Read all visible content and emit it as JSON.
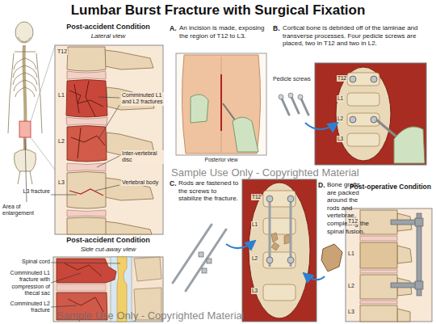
{
  "diagram": {
    "title": "Lumbar Burst Fracture with Surgical Fixation",
    "nodes": [
      {
        "text": [
          "Post-accident Condition",
          "Lateral view"
        ]
      },
      {
        "text": [
          "Post-accident Condition",
          "Side cut-away view"
        ]
      },
      {
        "text": [
          "A.",
          "An incision is made, exposing the region of T12 to L3."
        ]
      },
      {
        "text": [
          "B.",
          "Cortical bone is debrided off of the laminae and transverse processes. Four pedicle screws are placed, two in T12 and two in L2."
        ]
      },
      {
        "text": [
          "C.",
          "Rods are fastened to the screws to stabilize the fracture.",
          "D.",
          "Bone grafts are packed around the rods and vertebrae, completing the spinal fusion."
        ]
      },
      {
        "text": [
          "Post-operative Condition"
        ]
      }
    ],
    "labels": [
      "T12",
      "L1",
      "L2",
      "L3",
      "Comminuted L1 and L2 fractures",
      "Inter-vertebral disc",
      "Vertebral body",
      "L3 fracture",
      "Area of enlargement",
      "Spinal cord",
      "Comminuted L1 fracture with compression of thecal sac",
      "Comminuted L2 fracture",
      "Posterior view",
      "Pedicle screws",
      "T12",
      "L1",
      "L2",
      "L3",
      "T12",
      "L1",
      "L2",
      "L3",
      "T12",
      "L1",
      "L2",
      "L3",
      "Sample Use Only - Copyrighted Material",
      "Sample Use Only - Copyrighted Material"
    ]
  }
}
